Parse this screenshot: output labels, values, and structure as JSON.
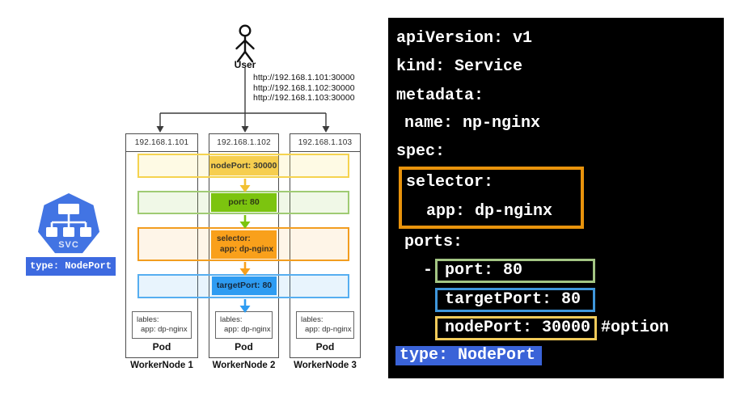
{
  "colors": {
    "yellow_band_border": "#F5D34F",
    "yellow_solid": "#F6CE4F",
    "green_band_border": "#9FCB73",
    "green_solid": "#7CC40F",
    "orange_band_border": "#F29D20",
    "orange_solid": "#F9A01B",
    "blue_band_border": "#56AEF0",
    "blue_solid": "#2E9CF2",
    "svc_hexagon_blue": "#4274E3",
    "type_badge_blue": "#3D6AE0",
    "yaml_selector_box": "#E8930C",
    "yaml_port_box": "#A3C583",
    "yaml_targetport_box": "#3F97DC",
    "yaml_nodeport_box": "#F2CB5A",
    "yaml_type_highlight": "#3A63D8",
    "yaml_background": "#000000"
  },
  "diagram": {
    "user_label": "User",
    "urls": [
      "http://192.168.1.101:30000",
      "http://192.168.1.102:30000",
      "http://192.168.1.103:30000"
    ],
    "nodeport_label": "nodePort: 30000",
    "port_label": "port: 80",
    "selector_line1": "selector:",
    "selector_line2": "app: dp-nginx",
    "targetport_label": "targetPort: 80",
    "svc_label": "SVC",
    "type_badge": "type: NodePort",
    "nodes": [
      {
        "ip": "192.168.1.101",
        "labels_line1": "lables:",
        "labels_line2": "app: dp-nginx",
        "pod": "Pod",
        "name": "WorkerNode 1"
      },
      {
        "ip": "192.168.1.102",
        "labels_line1": "lables:",
        "labels_line2": "app: dp-nginx",
        "pod": "Pod",
        "name": "WorkerNode 2"
      },
      {
        "ip": "192.168.1.103",
        "labels_line1": "lables:",
        "labels_line2": "app: dp-nginx",
        "pod": "Pod",
        "name": "WorkerNode 3"
      }
    ]
  },
  "yaml": {
    "apiversion": "apiVersion: v1",
    "kind": "kind: Service",
    "metadata": "metadata:",
    "name": "name: np-nginx",
    "spec": "spec:",
    "selector": "selector:",
    "app": "app: dp-nginx",
    "ports": "ports:",
    "dash": "-",
    "port": "port: 80",
    "targetport": "targetPort: 80",
    "nodeport": "nodePort: 30000",
    "comment": "#option",
    "type": "type: NodePort"
  }
}
